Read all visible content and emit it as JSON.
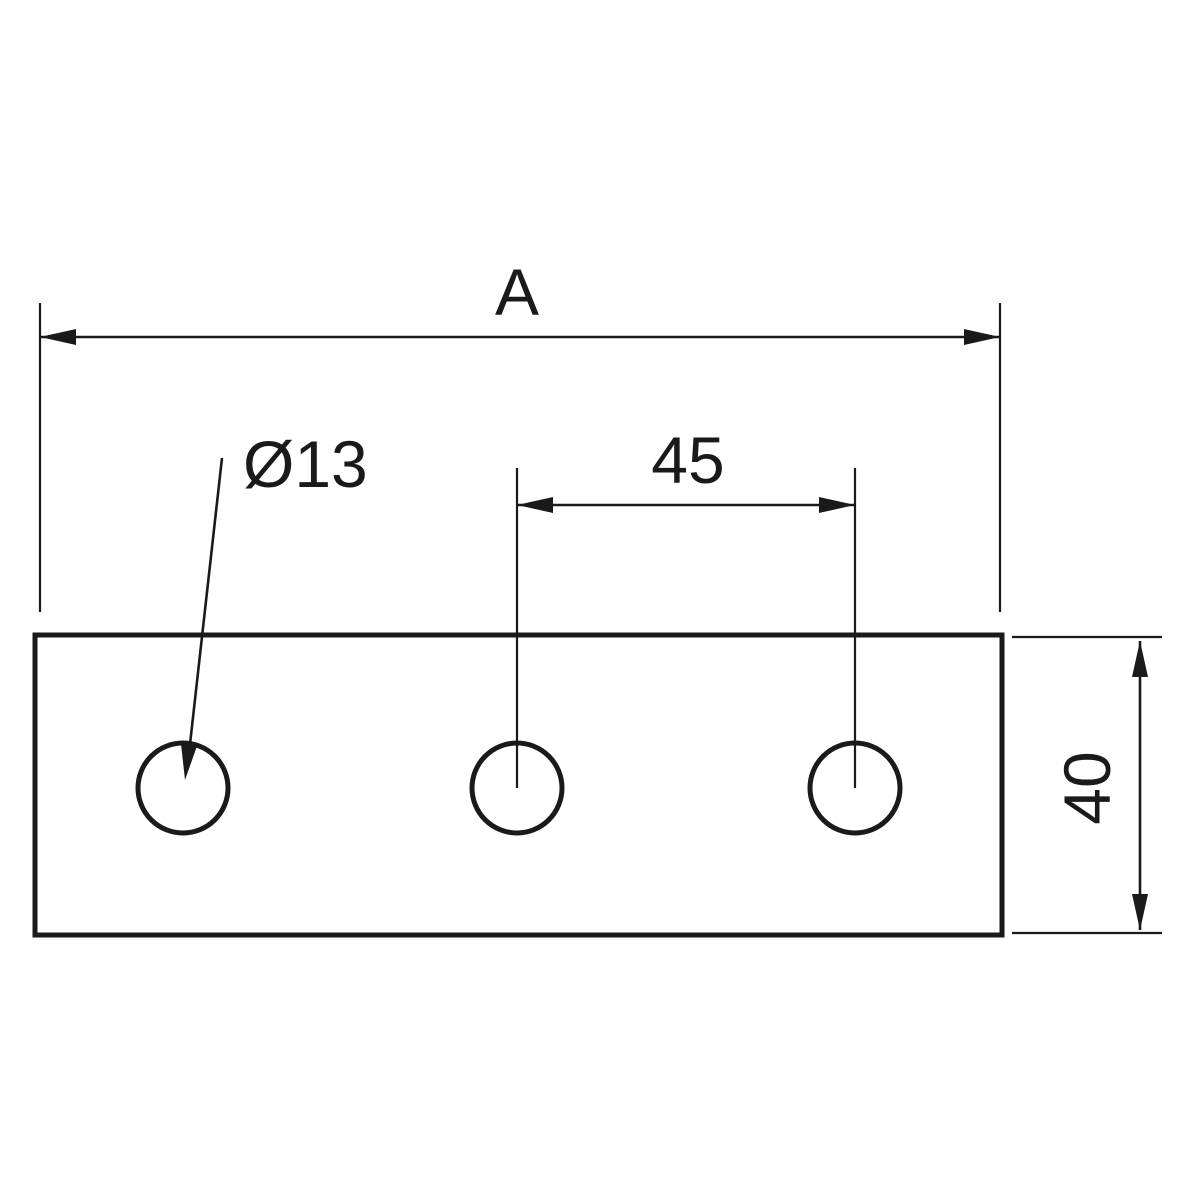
{
  "drawing": {
    "labels": {
      "overall_width": "A",
      "hole_diameter": "Ø13",
      "hole_spacing": "45",
      "plate_height": "40"
    },
    "colors": {
      "line_color": "#1a1a1a",
      "background": "#ffffff"
    }
  }
}
